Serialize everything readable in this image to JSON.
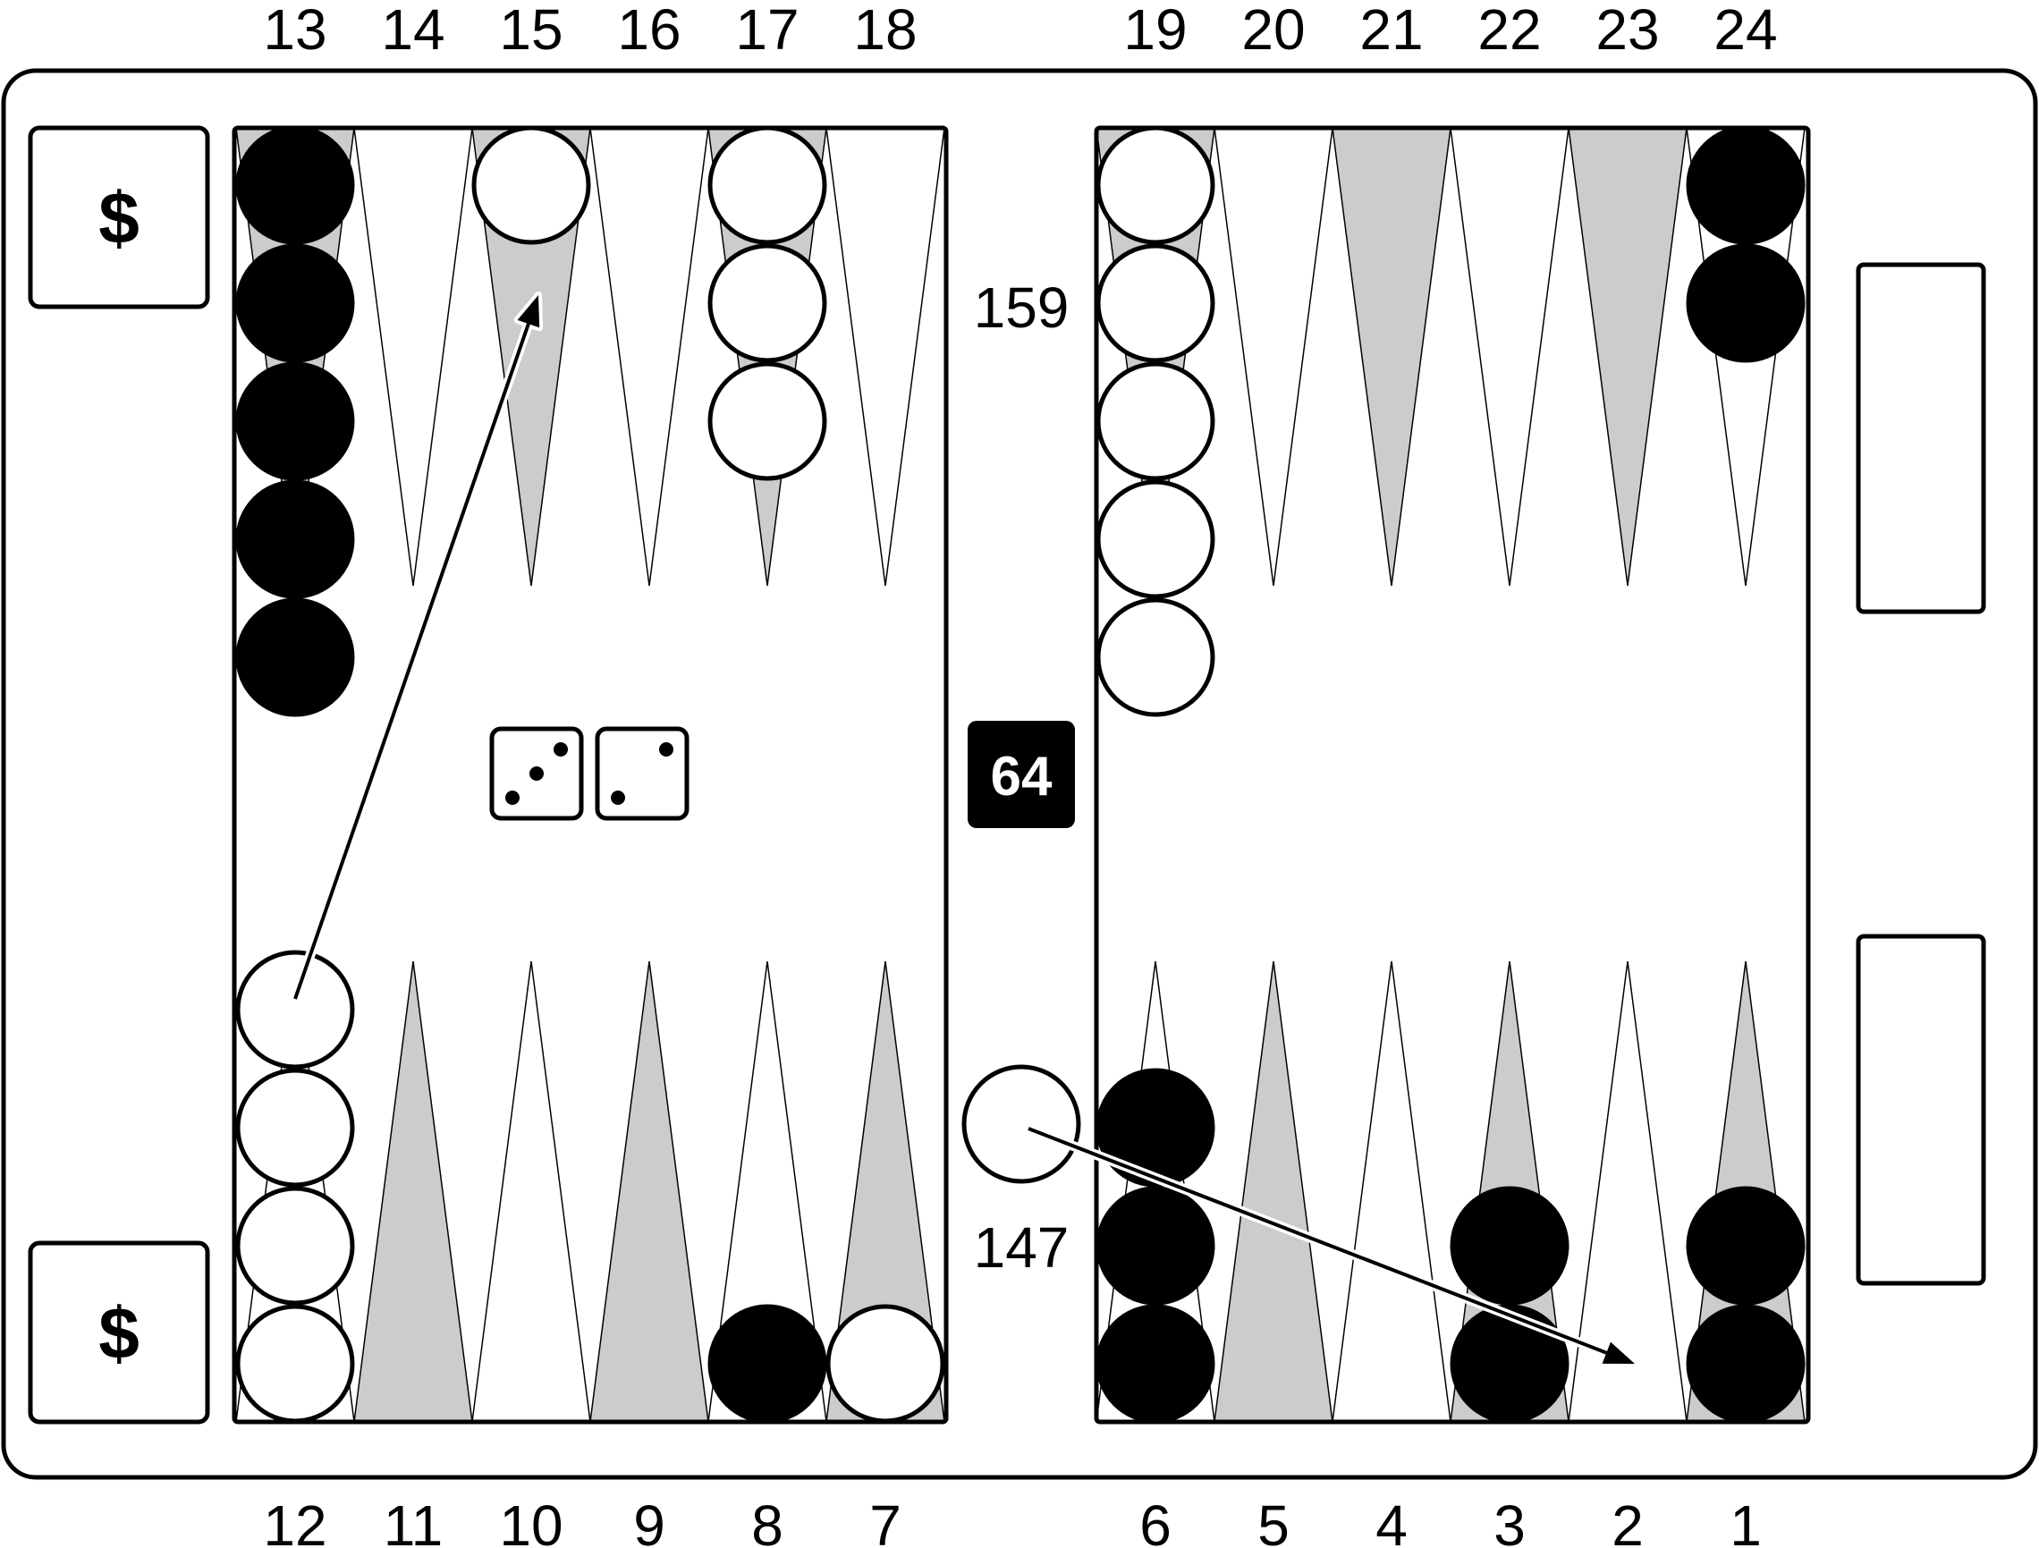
{
  "board": {
    "top_point_numbers": [
      "13",
      "14",
      "15",
      "16",
      "17",
      "18",
      "19",
      "20",
      "21",
      "22",
      "23",
      "24"
    ],
    "bottom_point_numbers": [
      "12",
      "11",
      "10",
      "9",
      "8",
      "7",
      "6",
      "5",
      "4",
      "3",
      "2",
      "1"
    ],
    "colors": {
      "dark_point": "#cccccc",
      "light_point": "#ffffff",
      "black_checker": "#000000",
      "white_checker": "#ffffff",
      "outline": "#000000"
    }
  },
  "pip_counts": {
    "top": "159",
    "bottom": "147"
  },
  "cube": {
    "value": "64"
  },
  "left_boxes": {
    "top_label": "$",
    "bottom_label": "$"
  },
  "dice": [
    3,
    2
  ],
  "position": {
    "13": {
      "color": "black",
      "count": 5
    },
    "15": {
      "color": "white",
      "count": 1
    },
    "17": {
      "color": "white",
      "count": 3
    },
    "19": {
      "color": "white",
      "count": 5
    },
    "24": {
      "color": "black",
      "count": 2
    },
    "12": {
      "color": "white",
      "count": 4
    },
    "8": {
      "color": "black",
      "count": 1
    },
    "7": {
      "color": "white",
      "count": 1
    },
    "6": {
      "color": "black",
      "count": 3
    },
    "3": {
      "color": "black",
      "count": 2
    },
    "1": {
      "color": "black",
      "count": 2
    },
    "bar": {
      "color": "white",
      "count": 1
    }
  },
  "moves": [
    {
      "from": "12",
      "to": "15"
    },
    {
      "from": "bar",
      "to": "2"
    }
  ]
}
